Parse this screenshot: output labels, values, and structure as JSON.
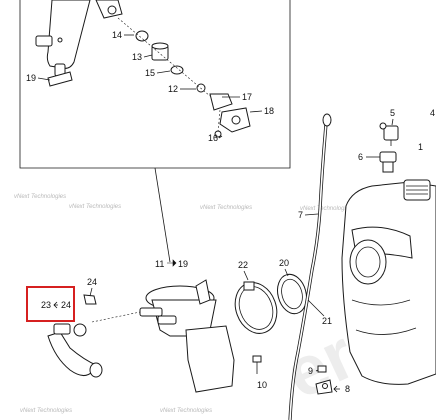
{
  "callouts": {
    "c1": "1",
    "c4": "4",
    "c5": "5",
    "c6": "6",
    "c7": "7",
    "c8": "8",
    "c9": "9",
    "c10": "10",
    "c11": "11",
    "c12": "12",
    "c13": "13",
    "c14": "14",
    "c15": "15",
    "c16": "16",
    "c17": "17",
    "c18": "18",
    "c19": "19",
    "c20": "20",
    "c21": "21",
    "c22": "22",
    "c23": "23",
    "c24a": "24",
    "c24b": "24"
  },
  "watermark": {
    "small": "vNext Technologies"
  },
  "highlight_color": "#d62020"
}
